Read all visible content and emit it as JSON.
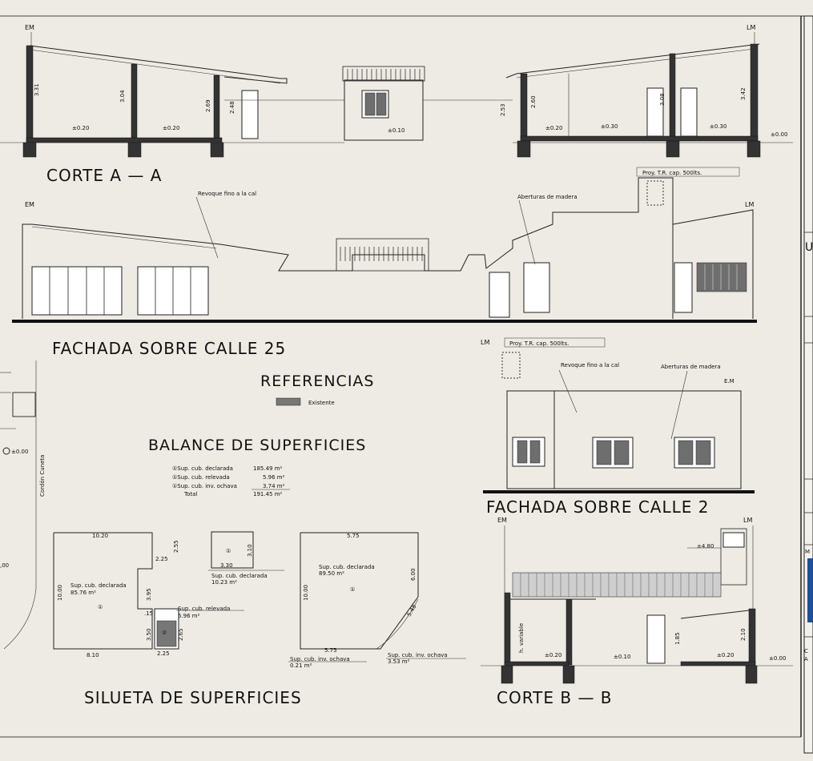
{
  "corte_aa": {
    "title": "CORTE A — A",
    "em": "EM",
    "lm": "LM",
    "dims": [
      "3.31",
      "3.04",
      "2.69",
      "2.48",
      "2.53",
      "2.60",
      "3.08",
      "3.42"
    ],
    "levels": [
      "±0.20",
      "±0.20",
      "±0.10",
      "±0.20",
      "±0.30",
      "±0.30",
      "±0.00"
    ]
  },
  "fachada_25": {
    "title": "FACHADA SOBRE CALLE 25",
    "em": "EM",
    "lm": "LM",
    "note_revoque": "Revoque fino a la cal",
    "note_aberturas": "Aberturas de madera",
    "note_tanque": "Proy. T.R. cap. 500lts."
  },
  "referencias": {
    "title": "REFERENCIAS",
    "existente": "Existente"
  },
  "balance": {
    "title": "BALANCE DE SUPERFICIES",
    "rows": [
      {
        "label": "①Sup. cub. declarada",
        "value": "185.49 m²"
      },
      {
        "label": "①Sup. cub. relevada",
        "value": "5.96 m²"
      },
      {
        "label": "①Sup. cub. inv. ochava",
        "value": "3.74 m²"
      },
      {
        "label": "Total",
        "value": "191.45 m²"
      }
    ]
  },
  "fachada_2": {
    "title": "FACHADA SOBRE CALLE 2",
    "lm": "LM",
    "em": "E.M",
    "note_tanque": "Proy. T.R. cap. 500lts.",
    "note_revoque": "Revoque fino a la cal",
    "note_aberturas": "Aberturas de madera"
  },
  "silueta": {
    "title": "SILUETA DE SUPERFICIES",
    "dims": [
      "10.20",
      "2.55",
      "2.25",
      "3.95",
      "10.00",
      ".15",
      "3.50",
      "2.65",
      "8.10",
      "2.25",
      "3.10",
      "3.30",
      "5.75",
      "10.00",
      "6.00",
      "5.75",
      "5.48"
    ],
    "a_decl": "Sup. cub. declarada",
    "a_decl_v": "85.76 m²",
    "a_decl2": "Sup. cub. declarada",
    "a_decl2_v": "10.23 m²",
    "a_rel": "Sup. cub. relevada",
    "a_rel_v": "5.96 m²",
    "b_decl": "Sup. cub. declarada",
    "b_decl_v": "89.50 m²",
    "b_ochava1": "Sup. cub. inv. ochava",
    "b_ochava1_v": "0.21 m²",
    "b_ochava2": "Sup. cub. inv. ochava",
    "b_ochava2_v": "3.53 m²",
    "marker": "①",
    "marker2": "②"
  },
  "corte_bb": {
    "title": "CORTE B — B",
    "em": "EM",
    "lm": "LM",
    "h_var": "h. variable",
    "dims": [
      "1.85",
      "2.10"
    ],
    "levels": [
      "±0.20",
      "±0.10",
      "±0.20",
      "±0.00",
      "±4.80"
    ]
  },
  "left_plan": {
    "level": "±0.00",
    "cordon": "Cordón Cuneta",
    "dim": ",00"
  },
  "right_strip": {
    "letter": "U",
    "m": "M",
    "c1": "C",
    "c2": "A"
  }
}
